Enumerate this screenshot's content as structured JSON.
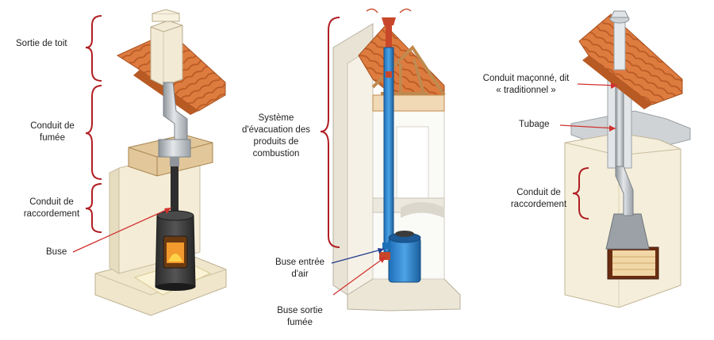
{
  "diagrams": [
    {
      "labels": {
        "roof_exit": "Sortie de toit",
        "flue": "Conduit de\nfumée",
        "connection": "Conduit de\nraccordement",
        "nozzle": "Buse"
      }
    },
    {
      "labels": {
        "system": "Système\nd'évacuation des\nproduits de\ncombustion",
        "air_inlet": "Buse entrée\nd'air",
        "smoke_outlet": "Buse sortie\nfumée"
      }
    },
    {
      "labels": {
        "masonry": "Conduit maçonné, dit\n« traditionnel »",
        "liner": "Tubage",
        "connection": "Conduit de\nraccordement"
      }
    }
  ],
  "colors": {
    "brace": "#b01e23",
    "pointer_red": "#d0322f",
    "pointer_blue": "#1f3c8c",
    "roof_tile": "#d9743b",
    "wall": "#f3ecd8",
    "stove": "#3a3a3a",
    "boiler": "#2a7fc8",
    "pipe_metal": "#b9bec4"
  }
}
